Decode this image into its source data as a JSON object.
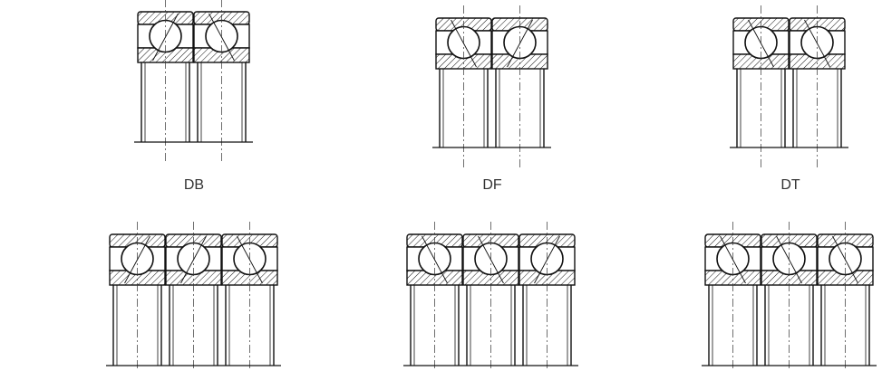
{
  "labels": {
    "db": "DB",
    "df": "DF",
    "dt": "DT"
  },
  "arrangements": [
    {
      "id": "db",
      "count": 2,
      "contact": "back-to-back"
    },
    {
      "id": "df",
      "count": 2,
      "contact": "face-to-face"
    },
    {
      "id": "dt",
      "count": 2,
      "contact": "tandem"
    },
    {
      "id": "triple-1",
      "count": 3,
      "contact": "mixed"
    },
    {
      "id": "triple-2",
      "count": 3,
      "contact": "mixed"
    },
    {
      "id": "triple-3",
      "count": 3,
      "contact": "mixed"
    }
  ],
  "colors": {
    "line": "#111111",
    "centerline": "#333333",
    "background": "#ffffff"
  }
}
